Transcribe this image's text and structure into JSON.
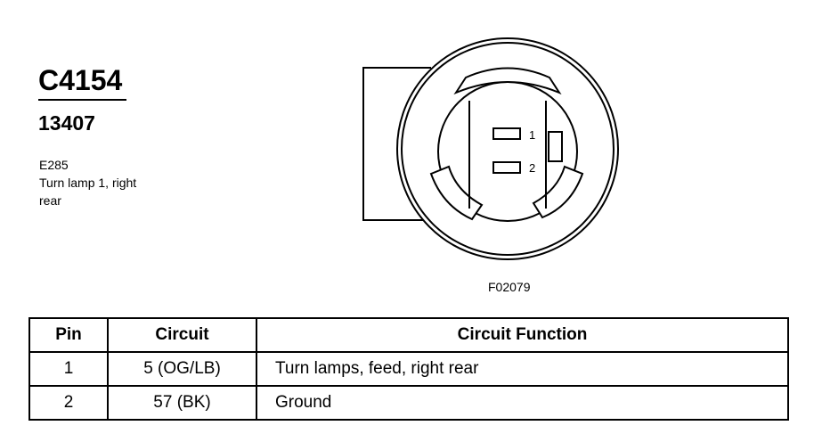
{
  "connector": {
    "id": "C4154",
    "part_number": "13407",
    "description_lines": [
      "E285",
      "Turn lamp 1, right",
      "rear"
    ]
  },
  "diagram": {
    "pin_labels": [
      "1",
      "2"
    ],
    "figure_code": "F02079"
  },
  "table": {
    "headers": [
      "Pin",
      "Circuit",
      "Circuit Function"
    ],
    "rows": [
      {
        "pin": "1",
        "circuit": "5 (OG/LB)",
        "function": "Turn lamps, feed, right rear"
      },
      {
        "pin": "2",
        "circuit": "57 (BK)",
        "function": "Ground"
      }
    ]
  }
}
